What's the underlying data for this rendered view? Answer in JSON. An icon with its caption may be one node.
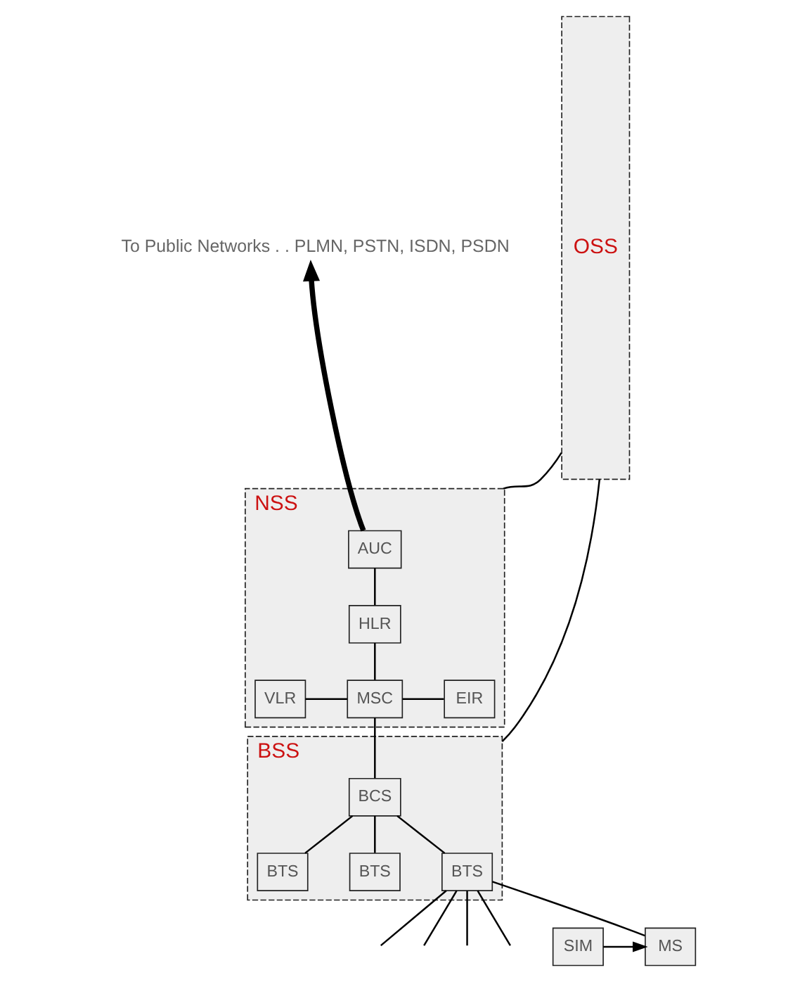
{
  "diagram": {
    "nodes": [
      {
        "text": [
          "To Public Networks . . PLMN, PSTN, ISDN, PSDN"
        ]
      },
      {
        "text": [
          "OSS"
        ]
      },
      {
        "text": [
          "NSS"
        ]
      },
      {
        "text": [
          "AUC"
        ],
        "in": 2
      },
      {
        "text": [
          "HLR"
        ],
        "in": 2
      },
      {
        "text": [
          "VLR"
        ],
        "in": 2
      },
      {
        "text": [
          "MSC"
        ],
        "in": 2
      },
      {
        "text": [
          "EIR"
        ],
        "in": 2
      },
      {
        "text": [
          "BSS"
        ]
      },
      {
        "text": [
          "BCS"
        ],
        "in": 8
      },
      {
        "text": [
          "BTS"
        ],
        "in": 8
      },
      {
        "text": [
          "BTS"
        ],
        "in": 8
      },
      {
        "text": [
          "BTS"
        ],
        "in": 8
      },
      {
        "text": [
          "SIM"
        ]
      },
      {
        "text": [
          "MS"
        ]
      }
    ],
    "edges": [
      {
        "from": 3,
        "to": 0,
        "arrow": "to",
        "style": "thick"
      },
      {
        "from": 1,
        "to": 2,
        "arrow": "none"
      },
      {
        "from": 3,
        "to": 4,
        "arrow": "none"
      },
      {
        "from": 4,
        "to": 6,
        "arrow": "none"
      },
      {
        "from": 5,
        "to": 6,
        "arrow": "none"
      },
      {
        "from": 6,
        "to": 7,
        "arrow": "none"
      },
      {
        "from": 1,
        "to": 8,
        "arrow": "none"
      },
      {
        "from": 6,
        "to": 9,
        "arrow": "none"
      },
      {
        "from": 9,
        "to": 10,
        "arrow": "none"
      },
      {
        "from": 9,
        "to": 11,
        "arrow": "none"
      },
      {
        "from": 9,
        "to": 12,
        "arrow": "none"
      },
      {
        "from": 12,
        "to": null,
        "arrow": "none"
      },
      {
        "from": 12,
        "to": null,
        "arrow": "none"
      },
      {
        "from": 12,
        "to": 14,
        "arrow": "none"
      },
      {
        "from": 12,
        "to": null,
        "arrow": "none"
      },
      {
        "from": 12,
        "to": null,
        "arrow": "none"
      },
      {
        "from": 13,
        "to": 14,
        "arrow": "to"
      }
    ]
  }
}
